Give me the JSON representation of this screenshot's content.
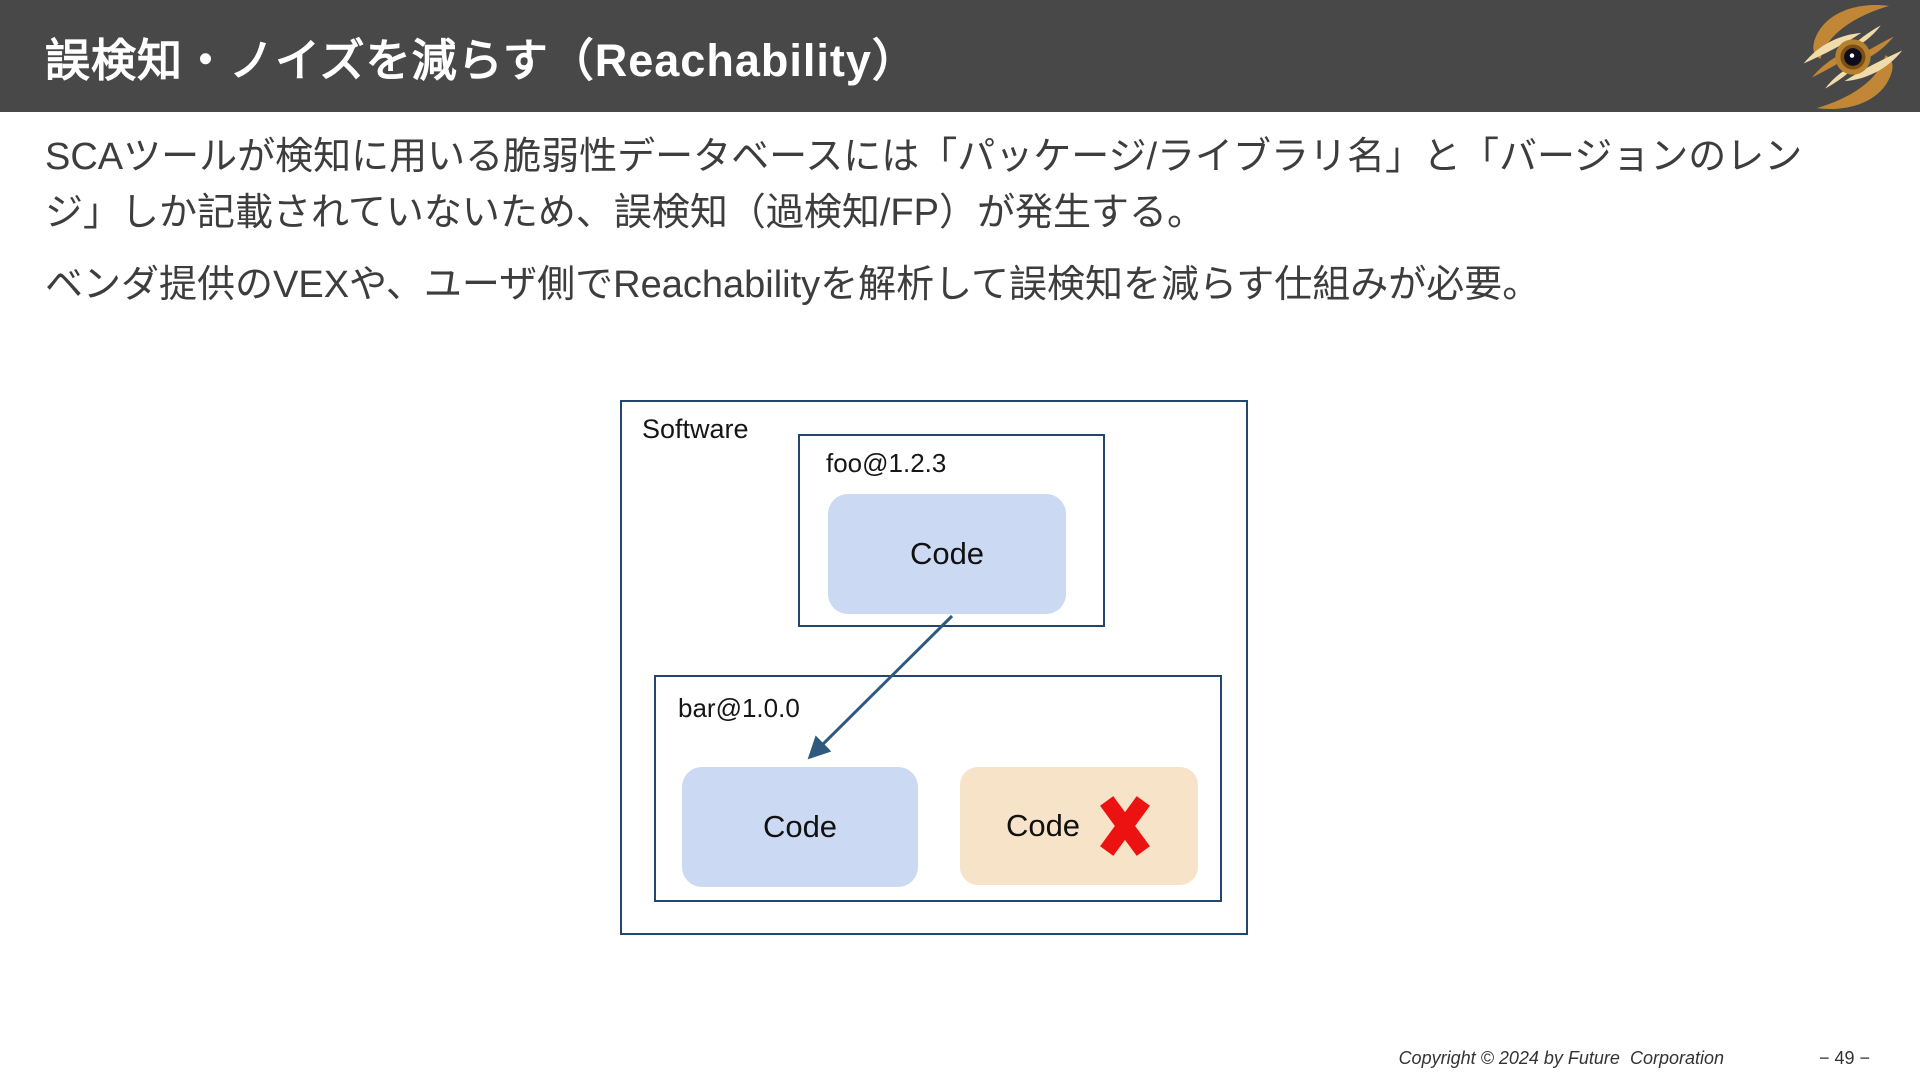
{
  "header": {
    "title": "誤検知・ノイズを減らす（Reachability）",
    "bg_color": "#484848",
    "logo_icon": "future-corporation-eye-logo",
    "logo_colors": {
      "gold": "#c18737",
      "cream": "#f0dcab",
      "pupil": "#0d0c1e"
    }
  },
  "body": {
    "paragraph1": "SCAツールが検知に用いる脆弱性データベースには「パッケージ/ライブラリ名」と「バージョンのレン\nジ」しか記載されていないため、誤検知（過検知/FP）が発生する。",
    "paragraph2": "ベンダ提供のVEXや、ユーザ側でReachabilityを解析して誤検知を減らす仕組みが必要。"
  },
  "diagram": {
    "software_label": "Software",
    "foo": {
      "label": "foo@1.2.3",
      "code_label": "Code"
    },
    "bar": {
      "label": "bar@1.0.0",
      "reachable_code_label": "Code",
      "unreachable_code_label": "Code",
      "cross_icon": "red-cross-mark"
    },
    "arrow_icon": "dependency-arrow",
    "colors": {
      "box_border": "#24456e",
      "reachable_fill": "#cbd9f2",
      "unreachable_fill": "#f7e3c8",
      "arrow": "#2e5a7d",
      "cross": "#ed1212"
    }
  },
  "footer": {
    "copyright": "Copyright © 2024 by Future  Corporation",
    "page_number": "− 49 −"
  }
}
